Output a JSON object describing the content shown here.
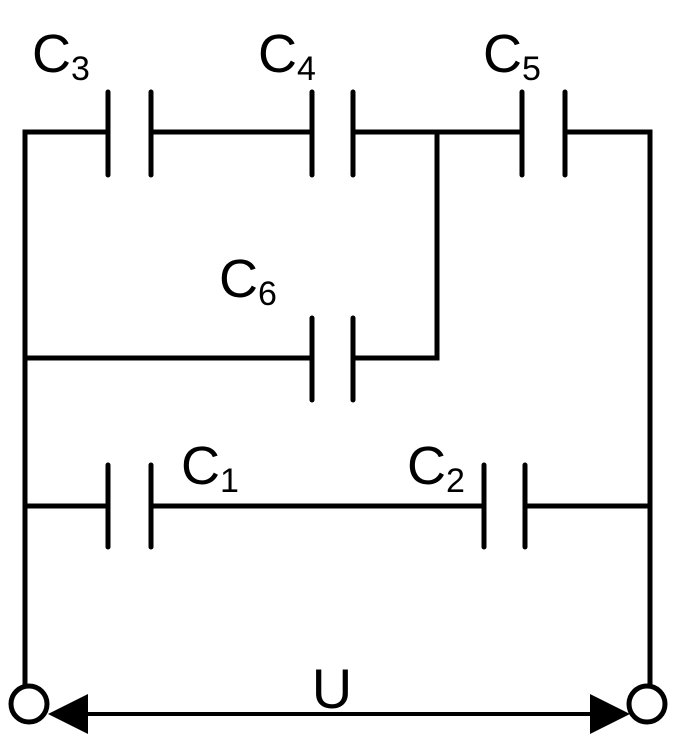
{
  "capacitors": [
    {
      "id": "C3",
      "letter": "C",
      "index": "3"
    },
    {
      "id": "C4",
      "letter": "C",
      "index": "4"
    },
    {
      "id": "C5",
      "letter": "C",
      "index": "5"
    },
    {
      "id": "C6",
      "letter": "C",
      "index": "6"
    },
    {
      "id": "C1",
      "letter": "C",
      "index": "1"
    },
    {
      "id": "C2",
      "letter": "C",
      "index": "2"
    }
  ],
  "voltage_label": "U",
  "colors": {
    "stroke": "#000000",
    "background": "#ffffff"
  }
}
